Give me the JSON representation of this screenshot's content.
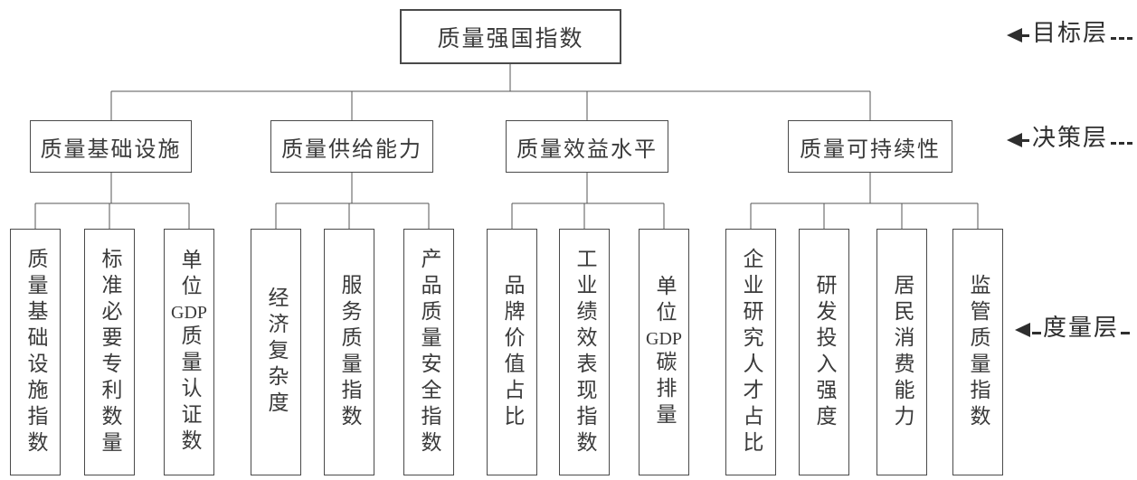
{
  "goal_box": {
    "label": "质量强国指数"
  },
  "decision_boxes": [
    {
      "label": "质量基础设施"
    },
    {
      "label": "质量供给能力"
    },
    {
      "label": "质量效益水平"
    },
    {
      "label": "质量可持续性"
    }
  ],
  "measure_boxes": [
    {
      "label": "质量基础设施指数"
    },
    {
      "label": "标准必要专利数量"
    },
    {
      "pre": "单位",
      "latin": "GDP",
      "post": "质量认证数"
    },
    {
      "label": "经济复杂度"
    },
    {
      "label": "服务质量指数"
    },
    {
      "label": "产品质量安全指数"
    },
    {
      "label": "品牌价值占比"
    },
    {
      "label": "工业绩效表现指数"
    },
    {
      "pre": "单位",
      "latin": "GDP",
      "post": "碳排量"
    },
    {
      "label": "企业研究人才占比"
    },
    {
      "label": "研发投入强度"
    },
    {
      "label": "居民消费能力"
    },
    {
      "label": "监管质量指数"
    }
  ],
  "layer_labels": [
    {
      "label": "目标层"
    },
    {
      "label": "决策层"
    },
    {
      "label": "度量层"
    }
  ],
  "colors": {
    "line": "#555555",
    "border": "#4a4a4a",
    "text": "#3a3a3a",
    "background": "#ffffff"
  }
}
